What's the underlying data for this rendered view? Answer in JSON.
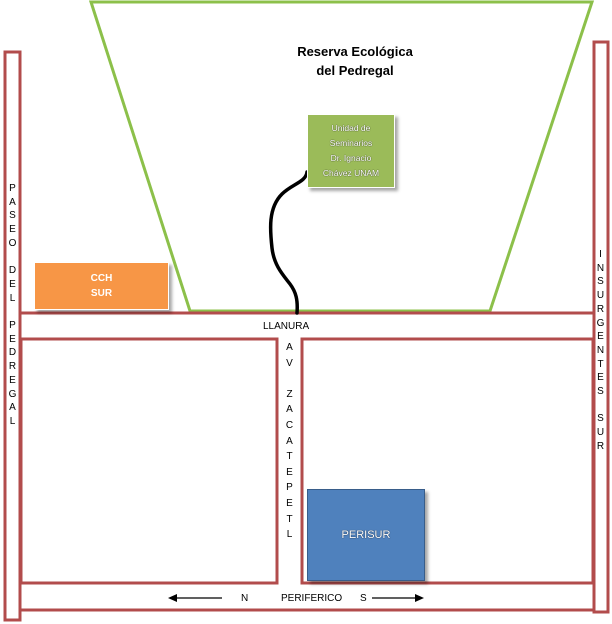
{
  "colors": {
    "road": "#b24c4c",
    "reserve_border": "#8cc04a",
    "path": "#000000",
    "cch_fill": "#f79646",
    "seminar_fill": "#9bbb59",
    "perisur_fill": "#4f81bd",
    "perisur_border": "#385d8a"
  },
  "reserve": {
    "title_line1": "Reserva Ecológica",
    "title_line2": "del Pedregal"
  },
  "seminar": {
    "line1": "Unidad de",
    "line2": "Seminarios",
    "line3": "Dr. Ignacio",
    "line4": "Chávez UNAM"
  },
  "cch": {
    "line1": "CCH",
    "line2": "SUR"
  },
  "perisur": {
    "label": "PERISUR"
  },
  "roads": {
    "llanura": "LLANURA",
    "paseo_del_pedregal": [
      "P",
      "A",
      "S",
      "E",
      "O",
      "",
      "D",
      "E",
      "L",
      "",
      "P",
      "E",
      "D",
      "R",
      "E",
      "G",
      "A",
      "L"
    ],
    "insurgentes_sur": [
      "I",
      "N",
      "S",
      "U",
      "R",
      "G",
      "E",
      "N",
      "T",
      "E",
      "S",
      "",
      "S",
      "U",
      "R"
    ],
    "av_zacatepetl": [
      "A",
      "V",
      "",
      "Z",
      "A",
      "C",
      "A",
      "T",
      "E",
      "P",
      "E",
      "T",
      "L"
    ],
    "periferico": "PERIFERICO",
    "north_label": "N",
    "south_label": "S"
  },
  "icons": {
    "north_arrow": "arrow-left",
    "south_arrow": "arrow-right"
  }
}
